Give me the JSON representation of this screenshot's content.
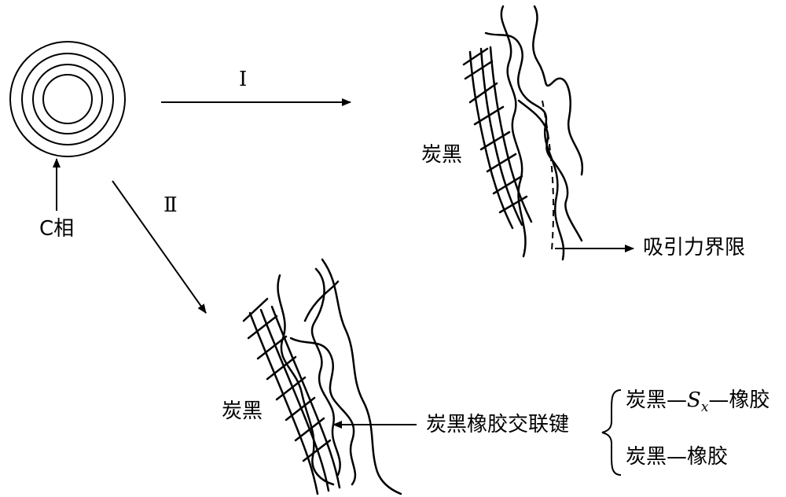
{
  "labels": {
    "c_phase": "C相",
    "route_1": "Ⅰ",
    "route_2": "Ⅱ",
    "carbon_black_top": "炭黑",
    "carbon_black_bottom": "炭黑",
    "attraction_boundary": "吸引力界限",
    "crosslink_bond": "炭黑橡胶交联键",
    "bond_type_1_prefix": "炭黑—",
    "bond_type_1_s": "S",
    "bond_type_1_x": "x",
    "bond_type_1_suffix": "—橡胶",
    "bond_type_2": "炭黑—橡胶"
  }
}
